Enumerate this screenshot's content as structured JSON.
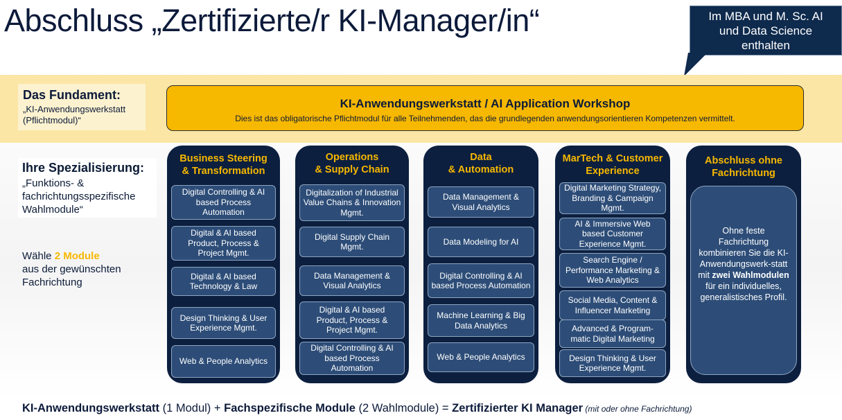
{
  "title": "Abschluss „Zertifizierte/r KI-Manager/in“",
  "callout": {
    "line1": "Im MBA und M. Sc. AI",
    "line2": "und Data Science",
    "line3": "enthalten"
  },
  "fundament": {
    "title": "Das Fundament:",
    "line1": "„KI-Anwendungswerkstatt",
    "line2": "(Pflichtmodul)“"
  },
  "workshop": {
    "title": "KI-Anwendungswerkstatt / AI Application Workshop",
    "subtitle": "Dies ist das obligatorische Pflichtmodul für alle Teilnehmenden, das die grundlegenden anwendungsorientieren Kompetenzen vermittelt."
  },
  "specialization": {
    "title": "Ihre Spezialisierung:",
    "line1": "„Funktions- &",
    "line2": "fachrichtungsspezifische",
    "line3": "Wahlmodule“"
  },
  "choose": {
    "prefix": "Wähle ",
    "highlight": "2 Module",
    "line2": "aus der gewünschten",
    "line3": "Fachrichtung"
  },
  "columns": [
    {
      "head1": "Business Steering",
      "head2": "& Transformation",
      "items": [
        "Digital Controlling & AI based Process Automation",
        "Digital & AI based Product, Process & Project Mgmt.",
        "Digital & AI based Technology & Law",
        "Design Thinking & User Experience Mgmt.",
        "Web & People Analytics"
      ]
    },
    {
      "head1": "Operations",
      "head2": "& Supply Chain",
      "items": [
        "Digitalization of Industrial Value Chains & Innovation Mgmt.",
        "Digital Supply Chain Mgmt.",
        "Data Management & Visual Analytics",
        "Digital & AI based Product, Process & Project Mgmt.",
        "Digital Controlling & AI based Process Automation"
      ]
    },
    {
      "head1": "Data",
      "head2": "& Automation",
      "items": [
        "Data Management & Visual Analytics",
        "Data Modeling for AI",
        "Digital Controlling & AI based Process Automation",
        "Machine Learning & Big Data Analytics",
        "Web & People Analytics"
      ]
    },
    {
      "head1": "MarTech & Customer",
      "head2": "Experience",
      "items": [
        "Digital Marketing Strategy, Branding & Campaign Mgmt.",
        "AI & Immersive Web based Customer Experience Mgmt.",
        "Search Engine / Performance Marketing & Web Analytics",
        "Social Media, Content & Influencer Marketing",
        "Advanced & Program-matic Digital Marketing",
        "Design Thinking & User Experience Mgmt."
      ]
    }
  ],
  "general": {
    "head1": "Abschluss ohne",
    "head2": "Fachrichtung",
    "text_pre": "Ohne feste Fachrichtung kombinieren Sie die KI-Anwendungswerk-statt mit ",
    "text_bold": "zwei Wahlmodulen",
    "text_post": " für ein individuelles, generalistisches Profil."
  },
  "formula": {
    "part1": "KI-Anwendungswerkstatt",
    "part2": " (1 Modul) + ",
    "part3": "Fachspezifische Module",
    "part4": " (2 Wahlmodule) = ",
    "part5": "Zertifizierter KI Manager",
    "part6": " (mit oder ohne Fachrichtung)"
  },
  "colors": {
    "navy": "#0c1f3f",
    "yellow": "#f7b800",
    "item": "#2d4d78",
    "band": "#fbe6a6"
  }
}
